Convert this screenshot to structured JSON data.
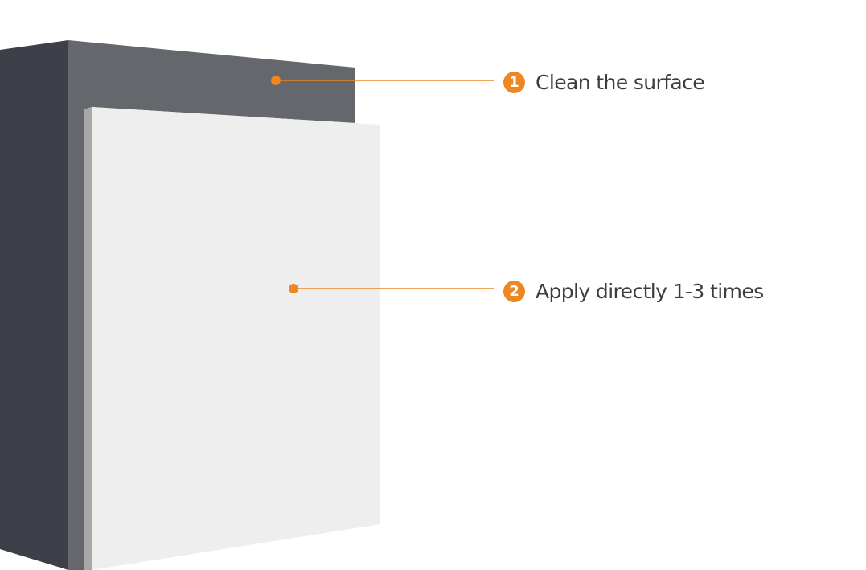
{
  "colors": {
    "accent": "#ee8622",
    "wall_front": "#3d4048",
    "wall_top": "#64686d",
    "coating_edge": "#a8a8a8",
    "coating_face": "#eeeeee",
    "text": "#3d3d3d"
  },
  "steps": [
    {
      "number": "1",
      "label": "Clean the surface"
    },
    {
      "number": "2",
      "label": "Apply directly 1-3 times"
    }
  ]
}
